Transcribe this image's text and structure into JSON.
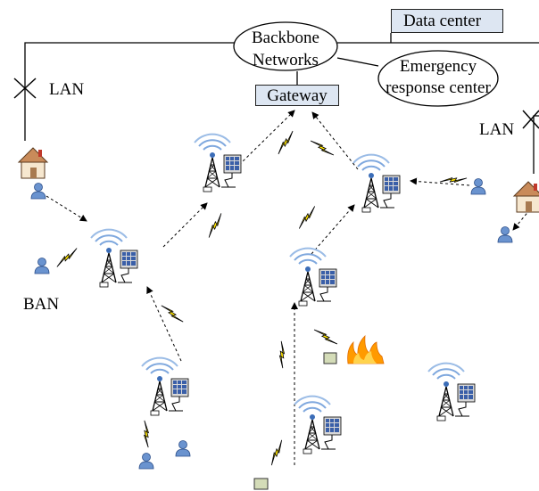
{
  "labels": {
    "data_center": "Data center",
    "backbone": "Backbone\nNetworks",
    "gateway": "Gateway",
    "emergency": "Emergency\nresponse center",
    "lan_left": "LAN",
    "lan_right": "LAN",
    "ban": "BAN"
  },
  "icons": [
    "house-icon",
    "person-icon",
    "sensor-tower-icon",
    "solar-panel-icon",
    "lightning-icon",
    "fire-icon",
    "sensor-box-icon"
  ],
  "colors": {
    "line": "#000000",
    "box_fill": "#dde6f2",
    "signal_blue": "#5b8fd6",
    "person_blue": "#6a93cf",
    "lightning": "#ffe400",
    "fire": "#ff9a00",
    "panel_blue": "#3a5fa8"
  }
}
